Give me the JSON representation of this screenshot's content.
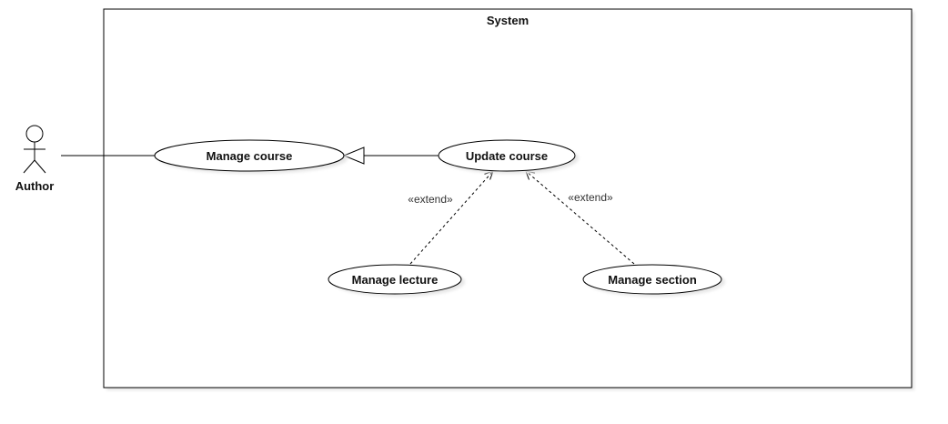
{
  "system": {
    "label": "System"
  },
  "actor": {
    "label": "Author"
  },
  "use_cases": {
    "manage_course": "Manage course",
    "update_course": "Update course",
    "manage_lecture": "Manage lecture",
    "manage_section": "Manage section"
  },
  "relations": {
    "extend_lecture": "«extend»",
    "extend_section": "«extend»"
  },
  "colors": {
    "stroke": "#000000",
    "shadow": "#e6e6e6",
    "background": "#ffffff"
  }
}
